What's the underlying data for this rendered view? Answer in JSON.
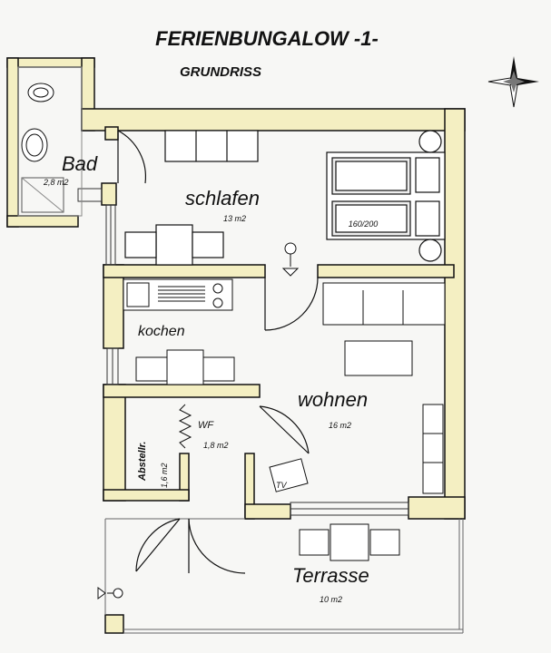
{
  "title": "FERIENBUNGALOW -1-",
  "subtitle": "GRUNDRISS",
  "colors": {
    "wall_fill": "#f4efc2",
    "wall_stroke": "#111111",
    "background": "#f7f7f5"
  },
  "rooms": {
    "bad": {
      "name": "Bad",
      "area": "2,8 m2"
    },
    "schlafen": {
      "name": "schlafen",
      "area": "13 m2"
    },
    "bed": {
      "label": "160/200"
    },
    "kochen": {
      "name": "kochen"
    },
    "wohnen": {
      "name": "wohnen",
      "area": "16 m2"
    },
    "abstellr": {
      "name": "Abstellr.",
      "area": "1,6 m2"
    },
    "wf": {
      "name": "WF",
      "area": "1,8 m2"
    },
    "tv": {
      "label": "TV"
    },
    "terrasse": {
      "name": "Terrasse",
      "area": "10 m2"
    }
  },
  "icons": {
    "compass": "compass-rose-icon",
    "light": "light-fixture-icon"
  }
}
